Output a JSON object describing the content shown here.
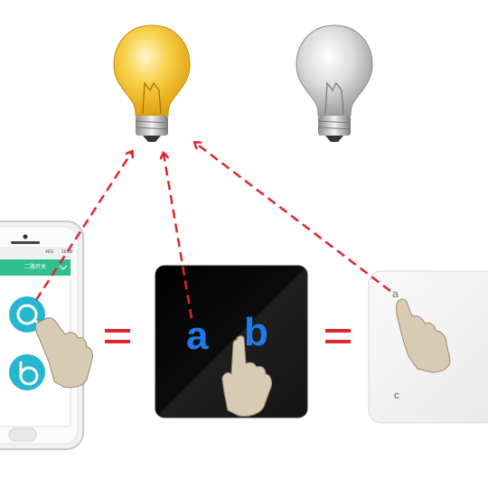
{
  "phone": {
    "status_time": "16:38",
    "status_signal": "46G",
    "app_title": "二路开关",
    "button_a_letter": "a",
    "button_b_letter": "b"
  },
  "touch_panel": {
    "letter_a": "a",
    "letter_b": "b"
  },
  "remote": {
    "letter_a": "a",
    "letter_c": "c"
  },
  "equals_symbol": "=",
  "colors": {
    "arrow": "#e1262b",
    "phone_header": "#2fbf8f",
    "phone_button": "#27b6cf",
    "panel_letters": "#1e7be8",
    "panel": "#0b0b0b",
    "bulb_on": "#f4c531",
    "bulb_off": "#cfcfcf",
    "equals": "#e1262b"
  },
  "icons": [
    "lightbulb-on-icon",
    "lightbulb-off-icon",
    "hand-pointer-icon",
    "arrow-icon"
  ]
}
